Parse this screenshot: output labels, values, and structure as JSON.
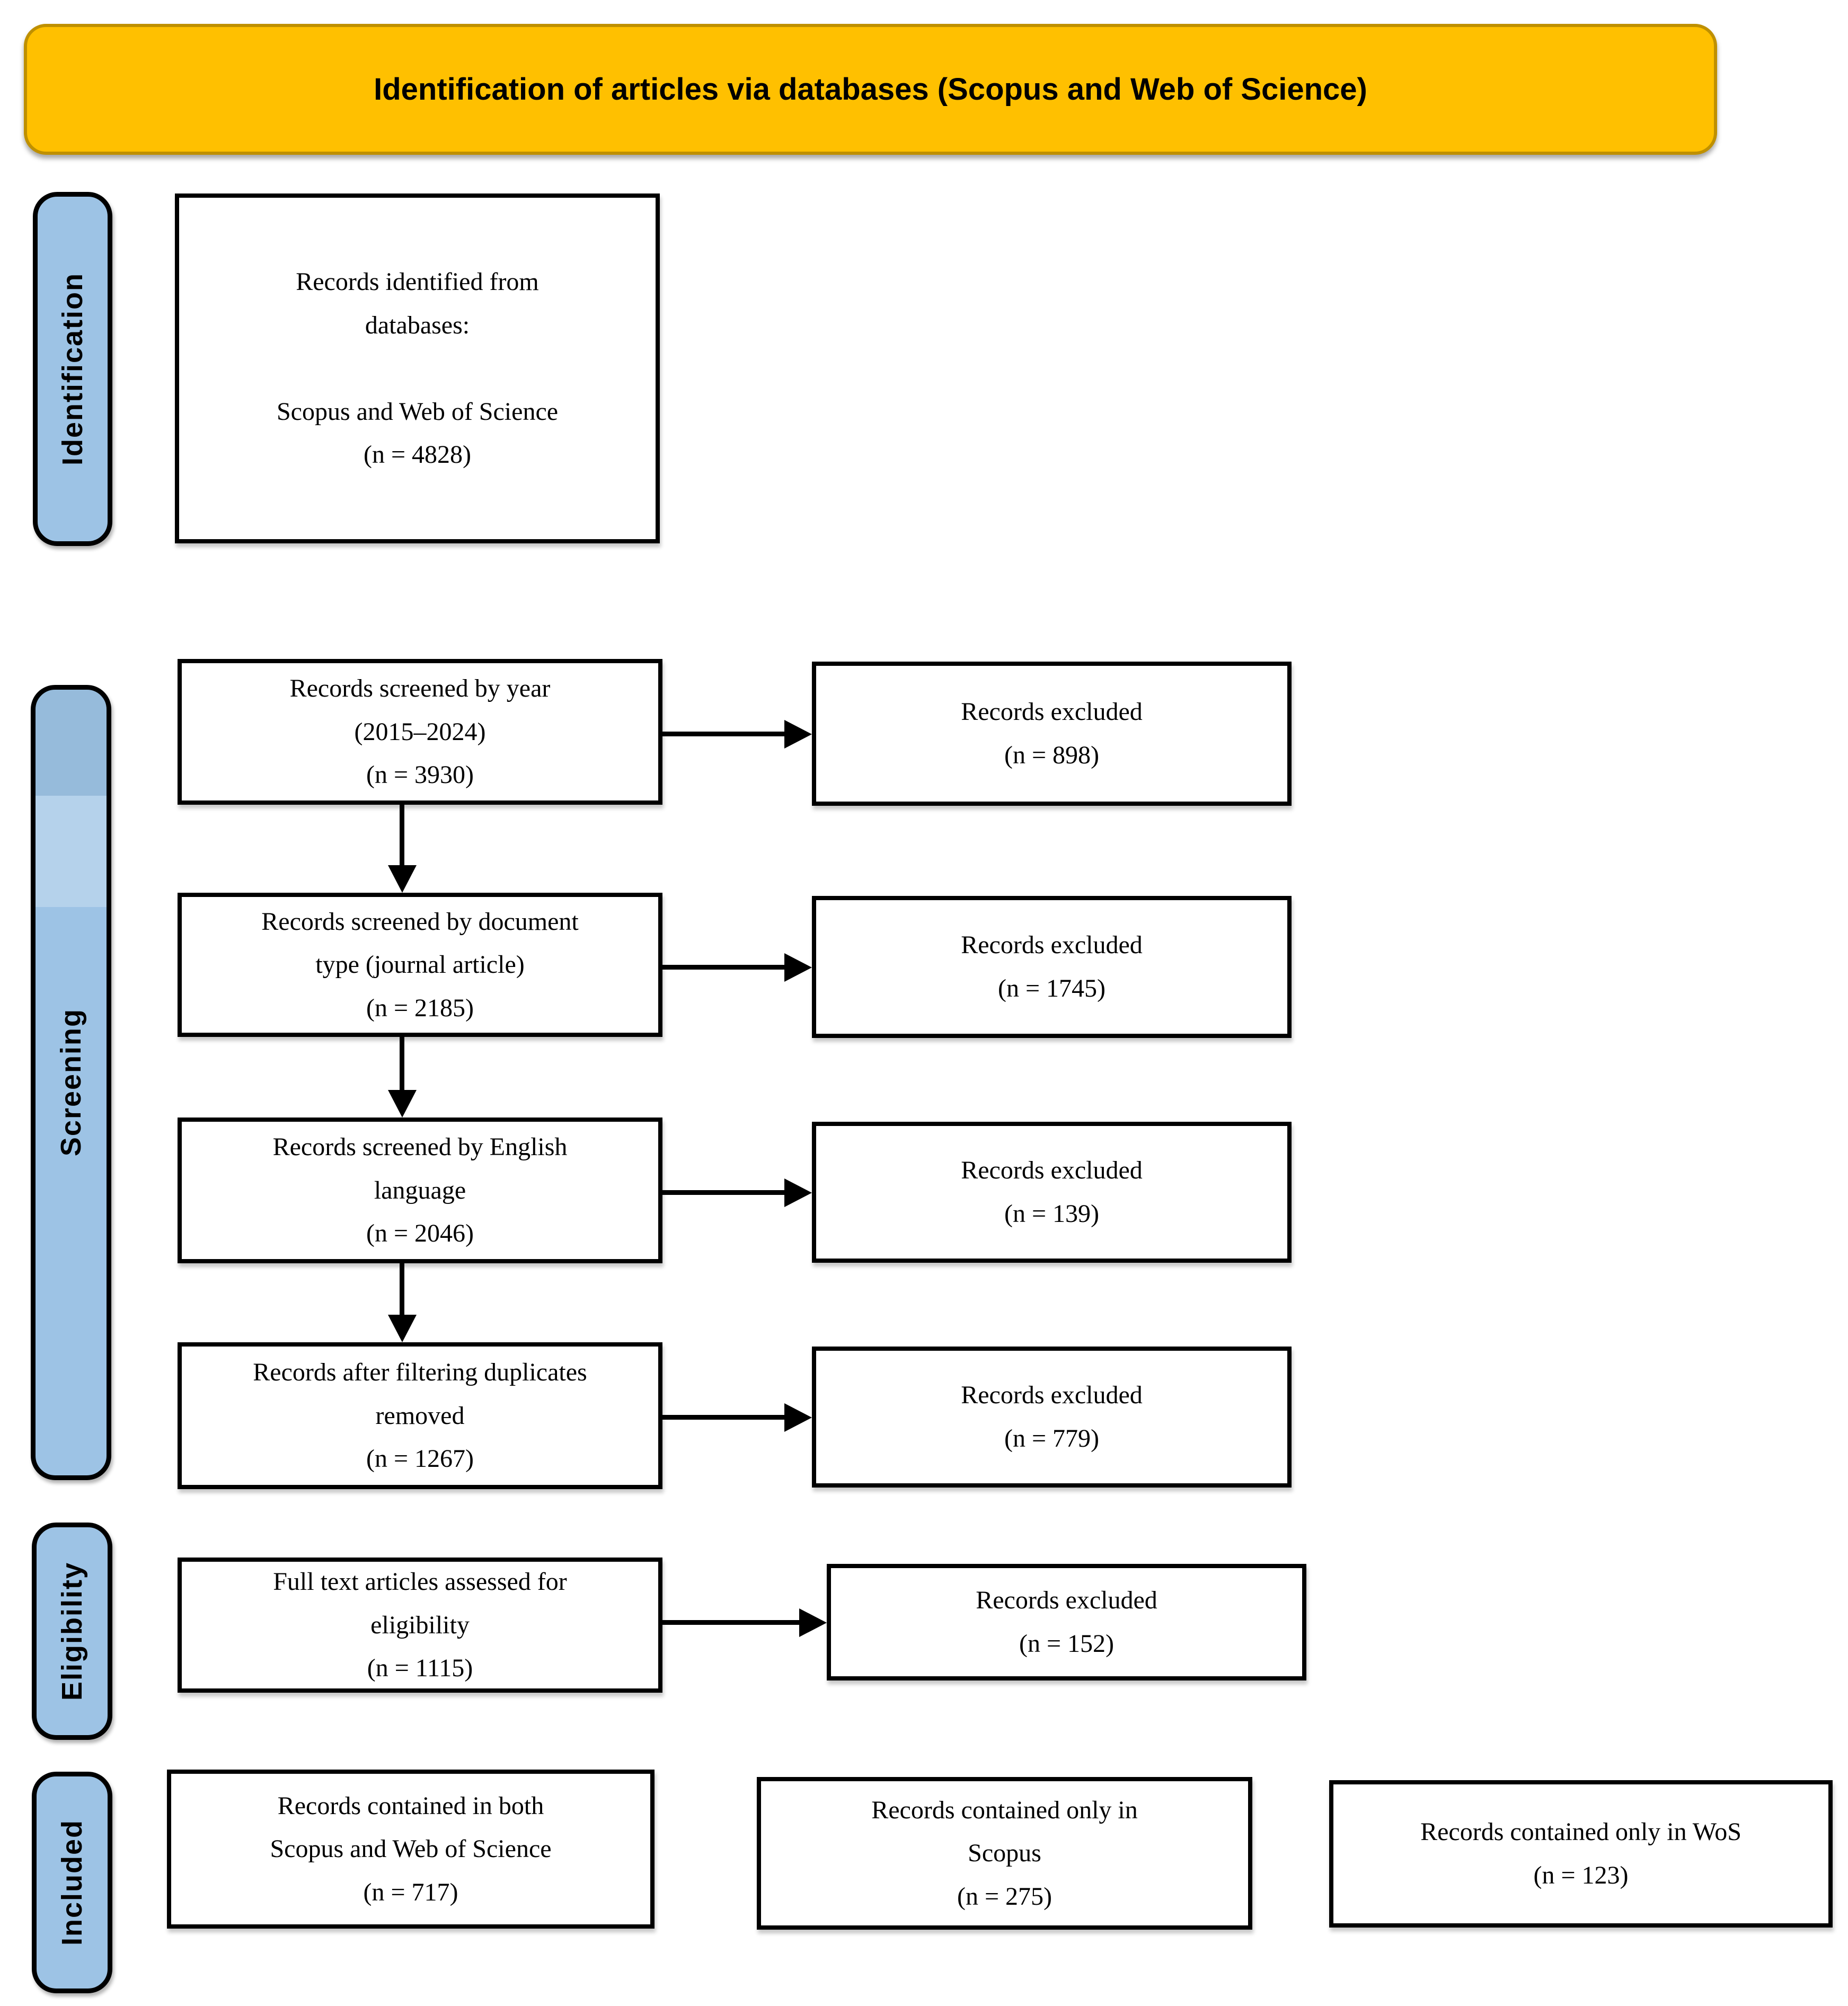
{
  "banner": {
    "title": "Identification of articles via databases (Scopus and Web of Science)"
  },
  "colors": {
    "banner_fill": "#FFC000",
    "banner_border": "#BF9000",
    "stage_fill": "#9DC3E5",
    "box_border": "#000000"
  },
  "stages": {
    "identification": "Identification",
    "screening": "Screening",
    "eligibility": "Eligibility",
    "included": "Included"
  },
  "flow": {
    "identified": {
      "lines": [
        "Records identified from",
        "databases:",
        "",
        "Scopus and Web of Science",
        "(n = 4828)"
      ]
    },
    "screened_year": {
      "lines": [
        "Records screened by year",
        "(2015–2024)",
        "(n = 3930)"
      ]
    },
    "excluded_year": {
      "lines": [
        "Records excluded",
        "(n = 898)"
      ]
    },
    "screened_doctype": {
      "lines": [
        "Records screened by document",
        "type (journal article)",
        "(n = 2185)"
      ]
    },
    "excluded_doctype": {
      "lines": [
        "Records excluded",
        "(n = 1745)"
      ]
    },
    "screened_language": {
      "lines": [
        "Records screened by English",
        "language",
        "(n = 2046)"
      ]
    },
    "excluded_language": {
      "lines": [
        "Records excluded",
        "(n = 139)"
      ]
    },
    "duplicates_removed": {
      "lines": [
        "Records after filtering duplicates",
        "removed",
        "(n = 1267)"
      ]
    },
    "excluded_duplicates": {
      "lines": [
        "Records excluded",
        "(n = 779)"
      ]
    },
    "fulltext": {
      "lines": [
        "Full text articles assessed for",
        "eligibility",
        "(n = 1115)"
      ]
    },
    "excluded_fulltext": {
      "lines": [
        "Records excluded",
        "(n = 152)"
      ]
    },
    "included_both": {
      "lines": [
        "Records contained in both",
        "Scopus and Web of Science",
        "(n = 717)"
      ]
    },
    "included_scopus": {
      "lines": [
        "Records contained only in",
        "Scopus",
        "(n = 275)"
      ]
    },
    "included_wos": {
      "lines": [
        "Records contained only in WoS",
        "(n = 123)"
      ]
    }
  }
}
